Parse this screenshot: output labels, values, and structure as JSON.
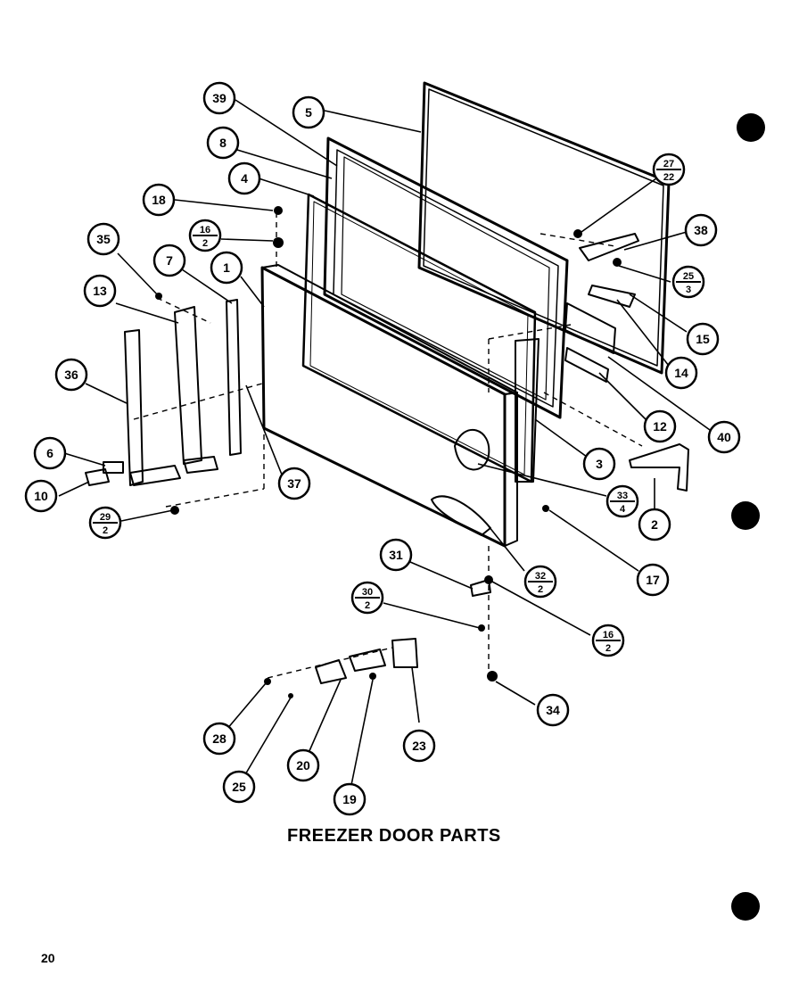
{
  "title": "FREEZER DOOR PARTS",
  "page_number": "20",
  "callouts": [
    {
      "id": "c-39",
      "label": "39"
    },
    {
      "id": "c-5-top",
      "label": "5"
    },
    {
      "id": "c-8",
      "label": "8"
    },
    {
      "id": "c-4",
      "label": "4"
    },
    {
      "id": "c-18",
      "label": "18"
    },
    {
      "id": "c-16-2-upper",
      "num": "16",
      "den": "2"
    },
    {
      "id": "c-27-22",
      "num": "27",
      "den": "22"
    },
    {
      "id": "c-38",
      "label": "38"
    },
    {
      "id": "c-25-3",
      "num": "25",
      "den": "3"
    },
    {
      "id": "c-15",
      "label": "15"
    },
    {
      "id": "c-14",
      "label": "14"
    },
    {
      "id": "c-40",
      "label": "40"
    },
    {
      "id": "c-12",
      "label": "12"
    },
    {
      "id": "c-3",
      "label": "3"
    },
    {
      "id": "c-33-4",
      "num": "33",
      "den": "4"
    },
    {
      "id": "c-2",
      "label": "2"
    },
    {
      "id": "c-17",
      "label": "17"
    },
    {
      "id": "c-35",
      "label": "35"
    },
    {
      "id": "c-7",
      "label": "7"
    },
    {
      "id": "c-1",
      "label": "1"
    },
    {
      "id": "c-13",
      "label": "13"
    },
    {
      "id": "c-36",
      "label": "36"
    },
    {
      "id": "c-37",
      "label": "37"
    },
    {
      "id": "c-6",
      "label": "6"
    },
    {
      "id": "c-10",
      "label": "10"
    },
    {
      "id": "c-29-2",
      "num": "29",
      "den": "2"
    },
    {
      "id": "c-31",
      "label": "31"
    },
    {
      "id": "c-32-2",
      "num": "32",
      "den": "2"
    },
    {
      "id": "c-30-2",
      "num": "30",
      "den": "2"
    },
    {
      "id": "c-16-2-lower",
      "num": "16",
      "den": "2"
    },
    {
      "id": "c-34",
      "label": "34"
    },
    {
      "id": "c-28",
      "label": "28"
    },
    {
      "id": "c-25",
      "label": "25"
    },
    {
      "id": "c-20",
      "label": "20"
    },
    {
      "id": "c-19",
      "label": "19"
    },
    {
      "id": "c-23",
      "label": "23"
    }
  ]
}
